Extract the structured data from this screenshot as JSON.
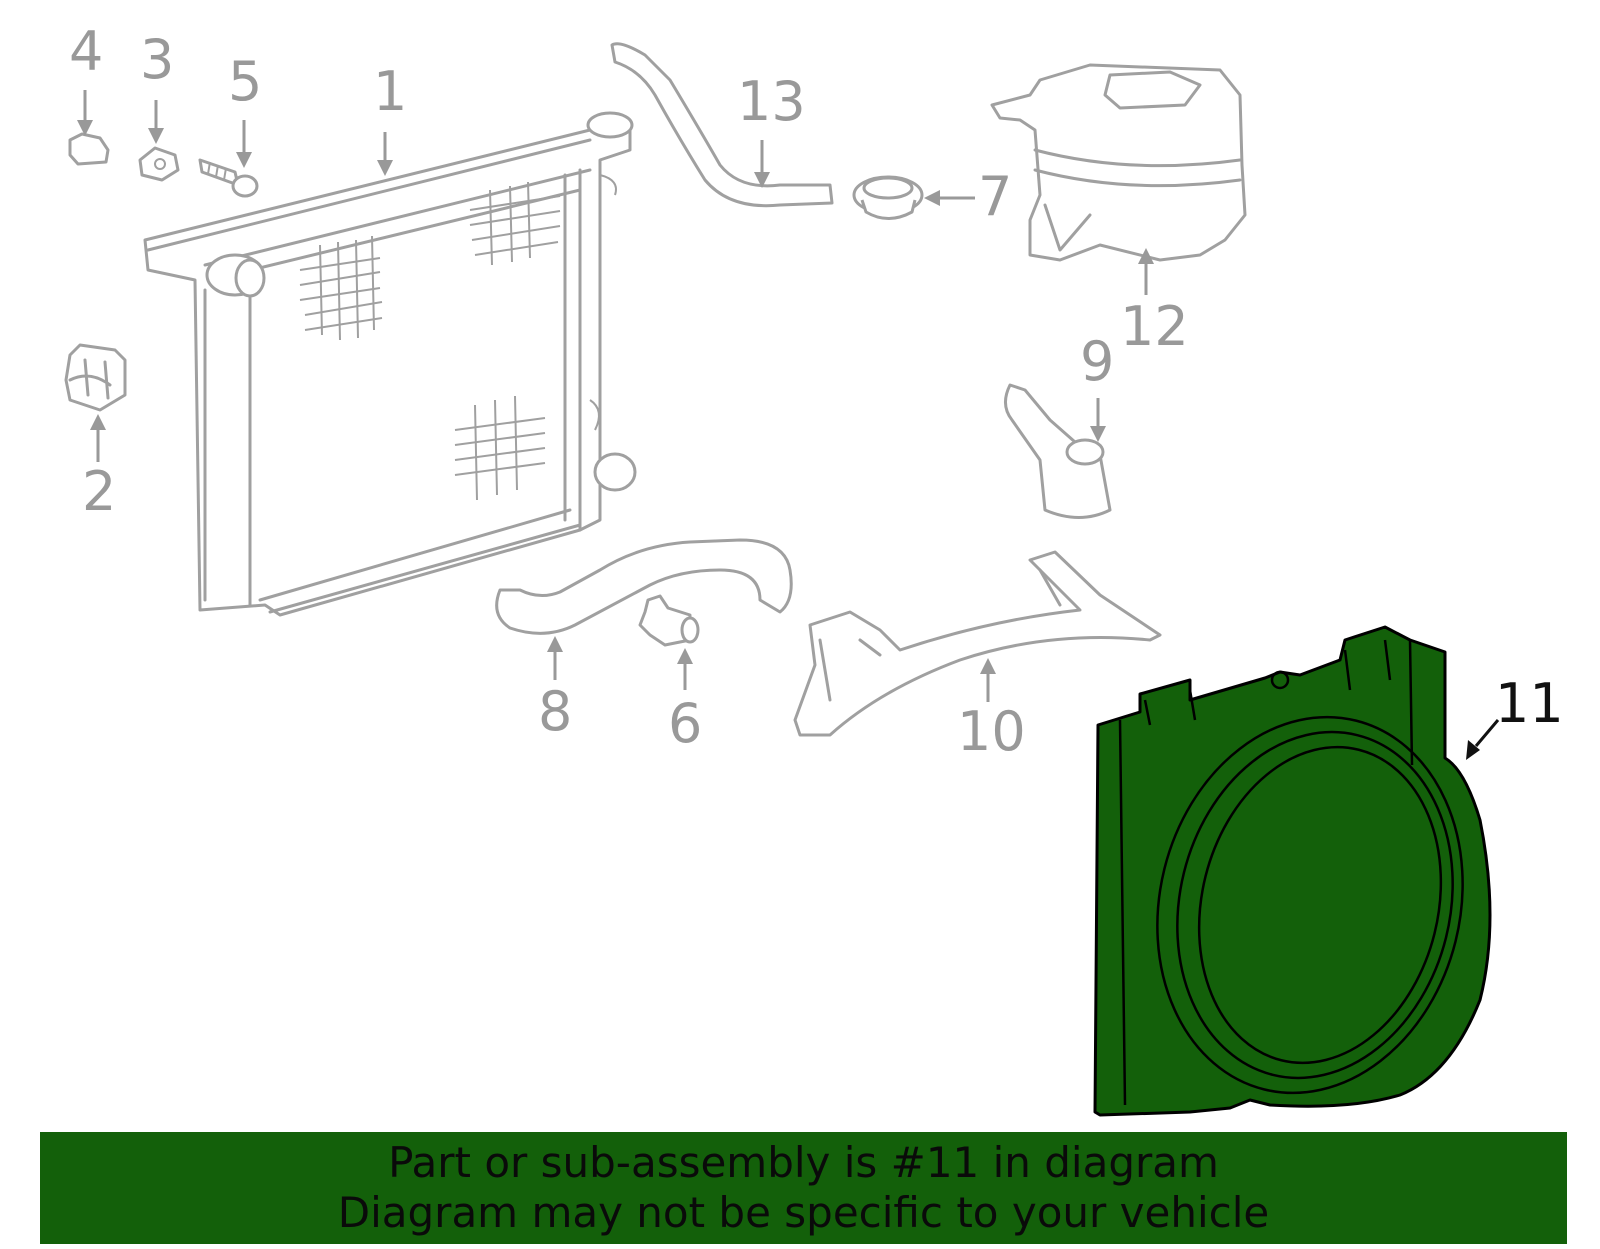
{
  "callouts": [
    {
      "id": "1",
      "label": "1"
    },
    {
      "id": "2",
      "label": "2"
    },
    {
      "id": "3",
      "label": "3"
    },
    {
      "id": "4",
      "label": "4"
    },
    {
      "id": "5",
      "label": "5"
    },
    {
      "id": "6",
      "label": "6"
    },
    {
      "id": "7",
      "label": "7"
    },
    {
      "id": "8",
      "label": "8"
    },
    {
      "id": "9",
      "label": "9"
    },
    {
      "id": "10",
      "label": "10"
    },
    {
      "id": "11",
      "label": "11",
      "highlighted": true
    },
    {
      "id": "12",
      "label": "12"
    },
    {
      "id": "13",
      "label": "13"
    }
  ],
  "banner": {
    "line1": "Part or sub-assembly is #11 in diagram",
    "line2": "Diagram may not be specific to your vehicle"
  },
  "colors": {
    "highlight": "#13600a",
    "part_outline": "#a0a0a0",
    "callout_text": "#999999"
  }
}
